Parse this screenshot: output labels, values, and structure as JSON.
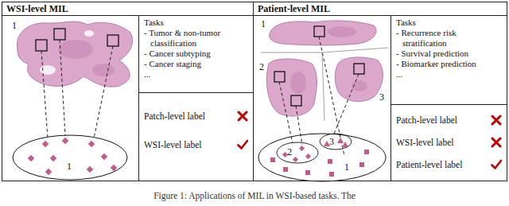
{
  "diagram": {
    "caption": "Figure 1: Applications of MIL in WSI-based tasks. The",
    "nodes": [
      {
        "text": [
          "WSI-level MIL"
        ]
      },
      {
        "text": [
          "Tasks",
          "- Tumor & non-tumor classification",
          "- Cancer subtyping",
          "- Cancer staging",
          "..."
        ],
        "in": 0
      },
      {
        "text": [
          "Patch-level label",
          "WSI-level label"
        ],
        "in": 0
      },
      {
        "text": [
          "Patient-level MIL"
        ]
      },
      {
        "text": [
          "Tasks",
          "- Recurrence risk stratification",
          "- Survival prediction",
          "- Biomarker prediction",
          "..."
        ],
        "in": 3
      },
      {
        "text": [
          "Patch-level label",
          "WSI-level label",
          "Patient-level label"
        ],
        "in": 3
      }
    ],
    "labels": [
      "1",
      "1",
      "1",
      "2",
      "3",
      "2",
      "3",
      "1"
    ]
  }
}
